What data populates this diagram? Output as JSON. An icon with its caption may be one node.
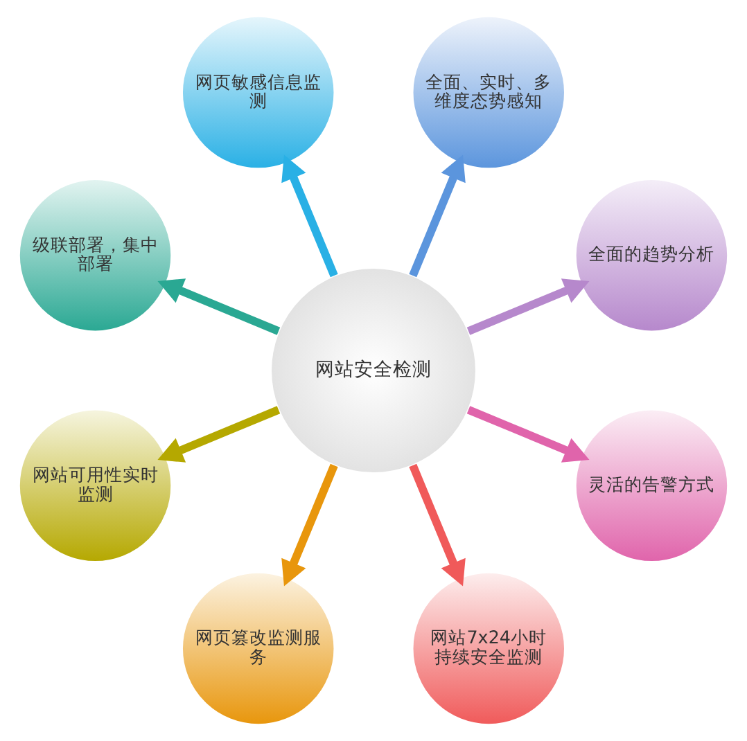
{
  "diagram": {
    "nodes": [
      {
        "text": [
          "网站安全检测"
        ]
      },
      {
        "text": [
          "网页敏感信息监测"
        ]
      },
      {
        "text": [
          "全面、实时、多维度态势感知"
        ]
      },
      {
        "text": [
          "全面的趋势分析"
        ]
      },
      {
        "text": [
          "灵活的告警方式"
        ]
      },
      {
        "text": [
          "网站7x24小时持续安全监测"
        ]
      },
      {
        "text": [
          "网页篡改监测服务"
        ]
      },
      {
        "text": [
          "网站可用性实时监测"
        ]
      },
      {
        "text": [
          "级联部署，集中部署"
        ]
      }
    ],
    "edges": [
      {
        "from": 0,
        "to": 1,
        "arrow": "to",
        "color": "#29b0e5"
      },
      {
        "from": 0,
        "to": 2,
        "arrow": "to",
        "color": "#5b95dd"
      },
      {
        "from": 0,
        "to": 3,
        "arrow": "to",
        "color": "#b688cc"
      },
      {
        "from": 0,
        "to": 4,
        "arrow": "to",
        "color": "#e064ab"
      },
      {
        "from": 0,
        "to": 5,
        "arrow": "to",
        "color": "#f05a5a"
      },
      {
        "from": 0,
        "to": 6,
        "arrow": "to",
        "color": "#e8960c"
      },
      {
        "from": 0,
        "to": 7,
        "arrow": "to",
        "color": "#b5a800"
      },
      {
        "from": 0,
        "to": 8,
        "arrow": "to",
        "color": "#2aa893"
      }
    ]
  }
}
